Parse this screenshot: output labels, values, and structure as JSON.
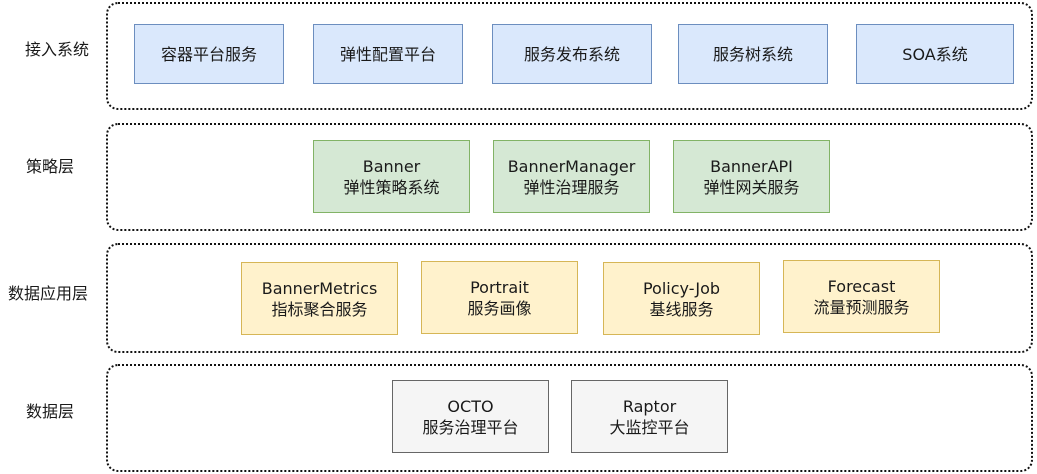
{
  "layers": [
    {
      "label": "接入系统",
      "nodes": [
        {
          "line1": "容器平台服务",
          "line2": ""
        },
        {
          "line1": "弹性配置平台",
          "line2": ""
        },
        {
          "line1": "服务发布系统",
          "line2": ""
        },
        {
          "line1": "服务树系统",
          "line2": ""
        },
        {
          "line1": "SOA系统",
          "line2": ""
        }
      ]
    },
    {
      "label": "策略层",
      "nodes": [
        {
          "line1": "Banner",
          "line2": "弹性策略系统"
        },
        {
          "line1": "BannerManager",
          "line2": "弹性治理服务"
        },
        {
          "line1": "BannerAPI",
          "line2": "弹性网关服务"
        }
      ]
    },
    {
      "label": "数据应用层",
      "nodes": [
        {
          "line1": "BannerMetrics",
          "line2": "指标聚合服务"
        },
        {
          "line1": "Portrait",
          "line2": "服务画像"
        },
        {
          "line1": "Policy-Job",
          "line2": "基线服务"
        },
        {
          "line1": "Forecast",
          "line2": "流量预测服务"
        }
      ]
    },
    {
      "label": "数据层",
      "nodes": [
        {
          "line1": "OCTO",
          "line2": "服务治理平台"
        },
        {
          "line1": "Raptor",
          "line2": "大监控平台"
        }
      ]
    }
  ],
  "colors": {
    "access_fill": "#dae8fc",
    "access_stroke": "#6c8ebf",
    "strategy_fill": "#d5e8d4",
    "strategy_stroke": "#82b366",
    "app_fill": "#fff2cc",
    "app_stroke": "#d6b656",
    "data_fill": "#f5f5f5",
    "data_stroke": "#666666"
  }
}
